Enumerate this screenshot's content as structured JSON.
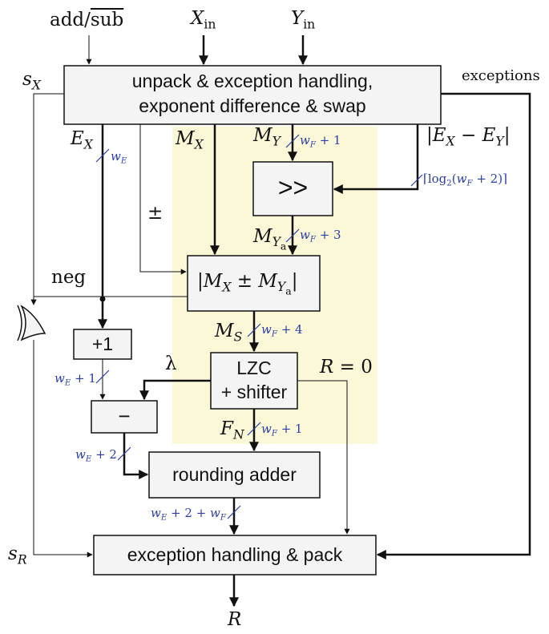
{
  "inputs": {
    "add_sub": "add/sub",
    "x_in": "X_in",
    "y_in": "Y_in"
  },
  "blocks": {
    "unpack_line1": "unpack & exception handling,",
    "unpack_line2": "exponent difference & swap",
    "shift_right": ">>",
    "abs_sum": "|M_X ± M_Ya|",
    "plus_one": "+1",
    "minus": "−",
    "lzc_line1": "LZC",
    "lzc_line2": "+ shifter",
    "rounding": "rounding adder",
    "pack": "exception handling & pack"
  },
  "signals": {
    "sx": "s_X",
    "exceptions": "exceptions",
    "ex": "E_X",
    "mx": "M_X",
    "my": "M_Y",
    "exp_diff": "|E_X − E_Y|",
    "pm": "±",
    "mya": "M_Ya",
    "neg": "neg",
    "ms": "M_S",
    "lambda": "λ",
    "r_zero": "R = 0",
    "fn": "F_N",
    "sr": "s_R",
    "r_out": "R"
  },
  "widths": {
    "we": "w_E",
    "wf_1_my": "w_F + 1",
    "log2": "⌈log2(w_F + 2)⌉",
    "wf_3": "w_F + 3",
    "wf_4": "w_F + 4",
    "we_1": "w_E + 1",
    "wf_1_fn": "w_F + 1",
    "we_2": "w_E + 2",
    "we_2_wf": "w_E + 2 + w_F"
  },
  "colors": {
    "highlight": "#fbf8d8",
    "block_fill": "#f4f4f4",
    "width_text": "#2b3ea8"
  }
}
